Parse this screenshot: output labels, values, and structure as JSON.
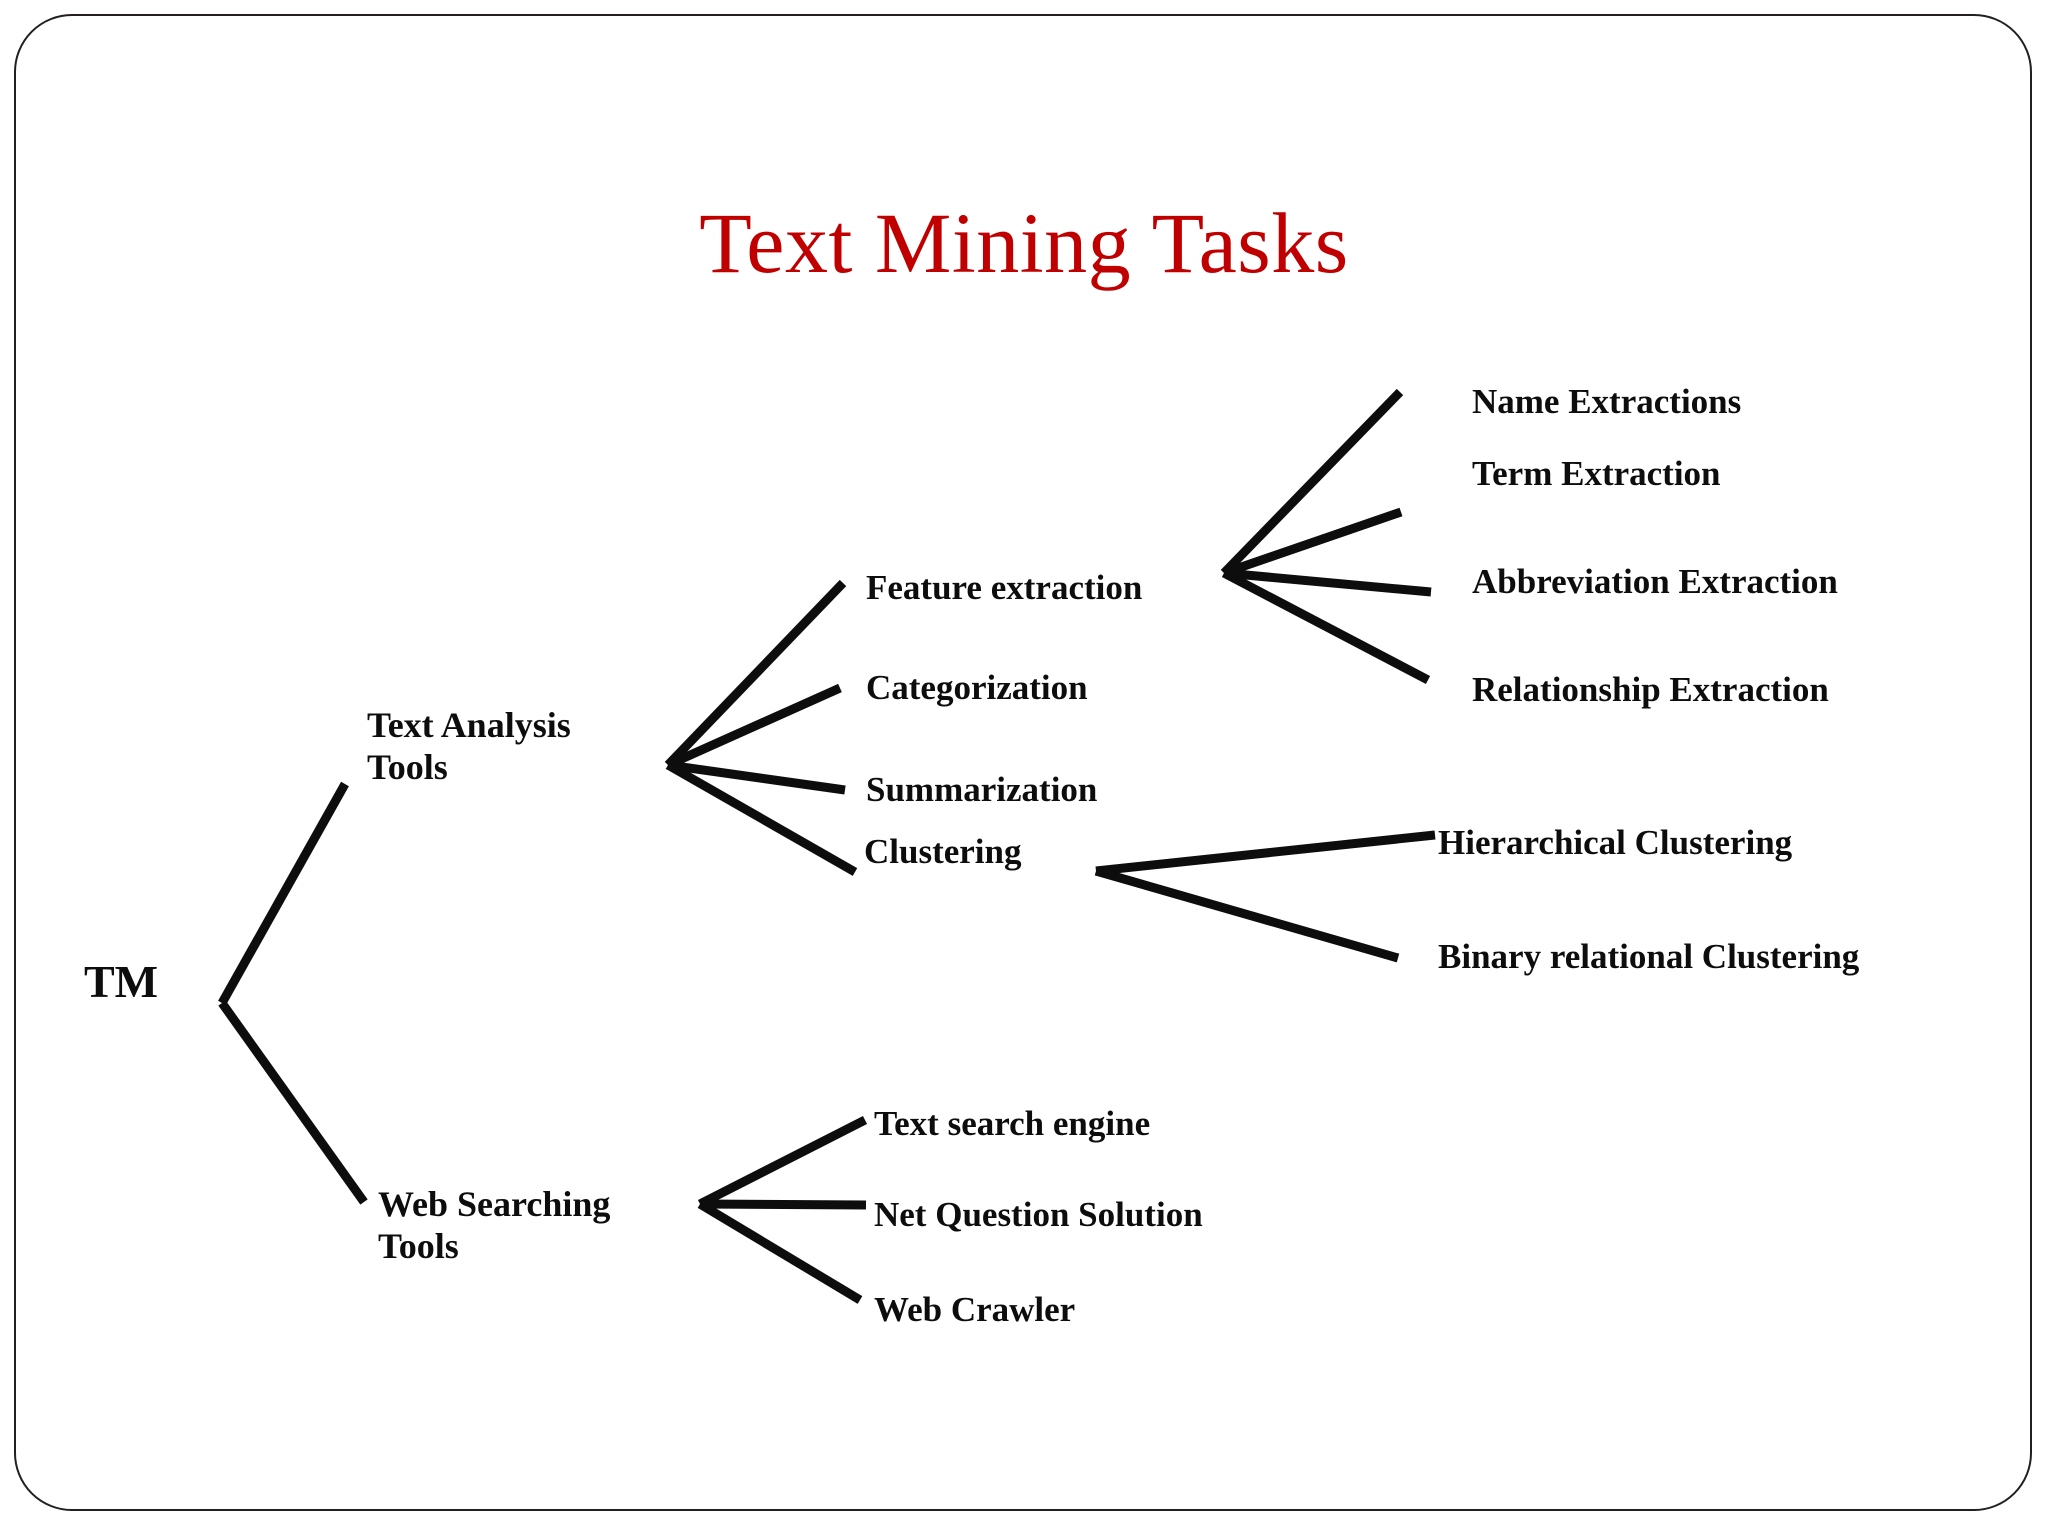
{
  "slide": {
    "title": "Text Mining Tasks",
    "title_color": "#c00000",
    "background_color": "#ffffff",
    "border_color": "#231f20",
    "text_color": "#0d0d0d"
  },
  "tree": {
    "root": {
      "label": "TM"
    },
    "branches": [
      {
        "label": "Text Analysis\nTools",
        "children": [
          {
            "label": "Feature extraction",
            "children": [
              {
                "label": "Name Extractions"
              },
              {
                "label": "Term Extraction"
              },
              {
                "label": "Abbreviation Extraction"
              },
              {
                "label": "Relationship Extraction"
              }
            ]
          },
          {
            "label": "Categorization",
            "children": []
          },
          {
            "label": "Summarization",
            "children": []
          },
          {
            "label": "Clustering",
            "children": [
              {
                "label": "Hierarchical Clustering"
              },
              {
                "label": "Binary relational Clustering"
              }
            ]
          }
        ]
      },
      {
        "label": "Web Searching\nTools",
        "children": [
          {
            "label": "Text search engine",
            "children": []
          },
          {
            "label": "Net Question Solution",
            "children": []
          },
          {
            "label": "Web Crawler",
            "children": []
          }
        ]
      }
    ]
  },
  "labels": {
    "root": "TM",
    "text_analysis_tools": "Text Analysis\nTools",
    "web_searching_tools": "Web Searching\nTools",
    "feature_extraction": "Feature extraction",
    "categorization": "Categorization",
    "summarization": "Summarization",
    "clustering": "Clustering",
    "name_extractions": "Name Extractions",
    "term_extraction": "Term Extraction",
    "abbreviation_extraction": "Abbreviation Extraction",
    "relationship_extraction": "Relationship Extraction",
    "hierarchical_clustering": "Hierarchical Clustering",
    "binary_relational_clustering": "Binary relational Clustering",
    "text_search_engine": "Text search engine",
    "net_question_solution": "Net Question Solution",
    "web_crawler": "Web Crawler"
  }
}
